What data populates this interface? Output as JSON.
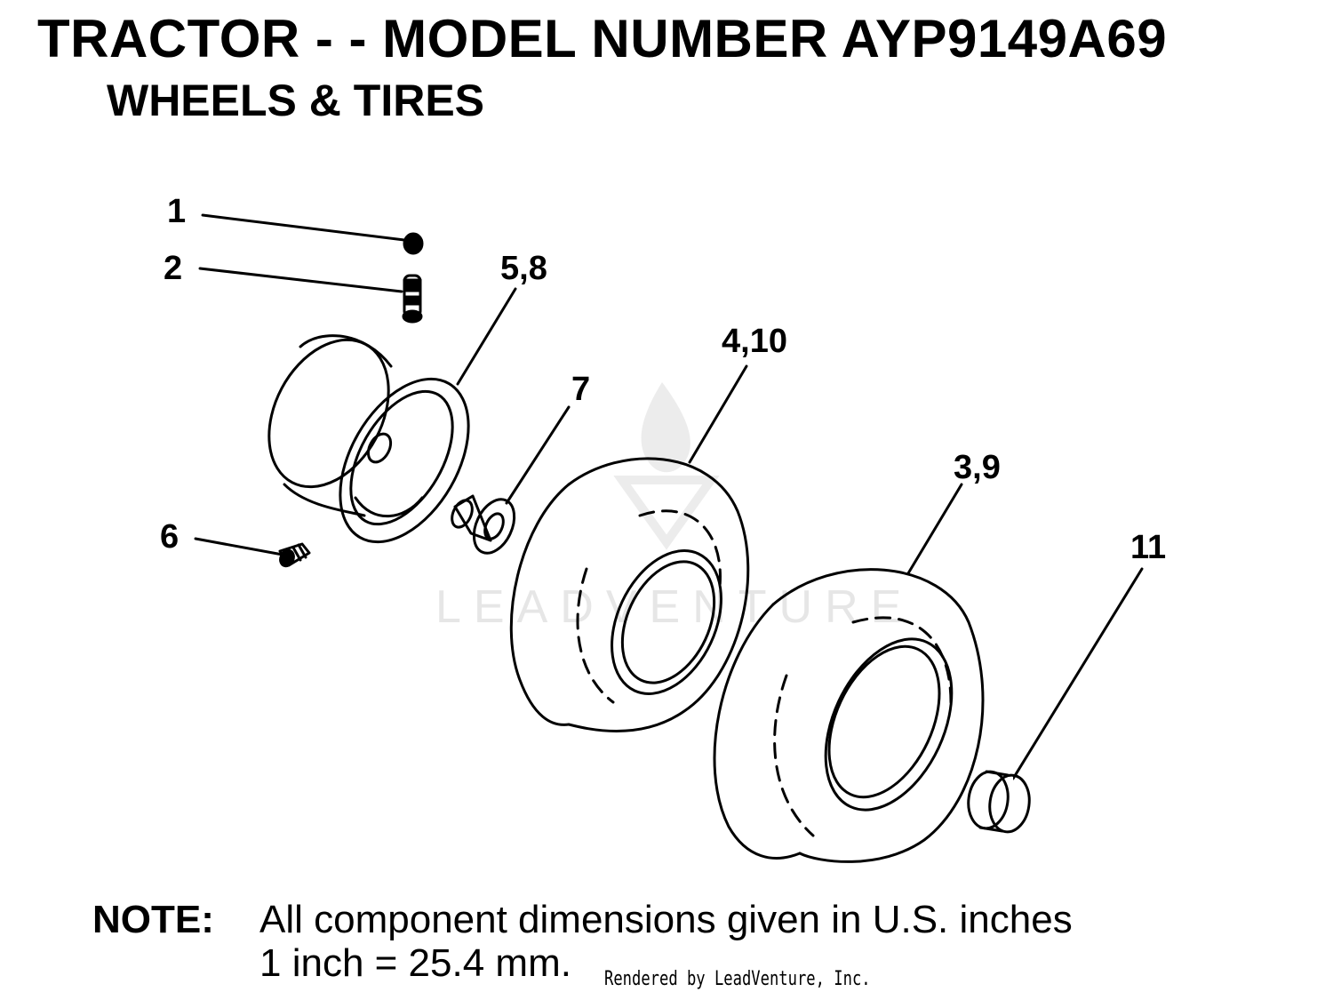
{
  "header": {
    "title": "TRACTOR - - MODEL NUMBER AYP9149A69",
    "subtitle": "WHEELS & TIRES"
  },
  "callouts": {
    "c1": "1",
    "c2": "2",
    "c58": "5,8",
    "c410": "4,10",
    "c7": "7",
    "c39": "3,9",
    "c6": "6",
    "c11": "11"
  },
  "watermark": {
    "text": "LEADVENTURE"
  },
  "note": {
    "label": "NOTE:",
    "line1": "All component dimensions given in U.S. inches",
    "line2": "1 inch = 25.4 mm."
  },
  "footer": {
    "rendered_by": "Rendered by LeadVenture, Inc."
  }
}
